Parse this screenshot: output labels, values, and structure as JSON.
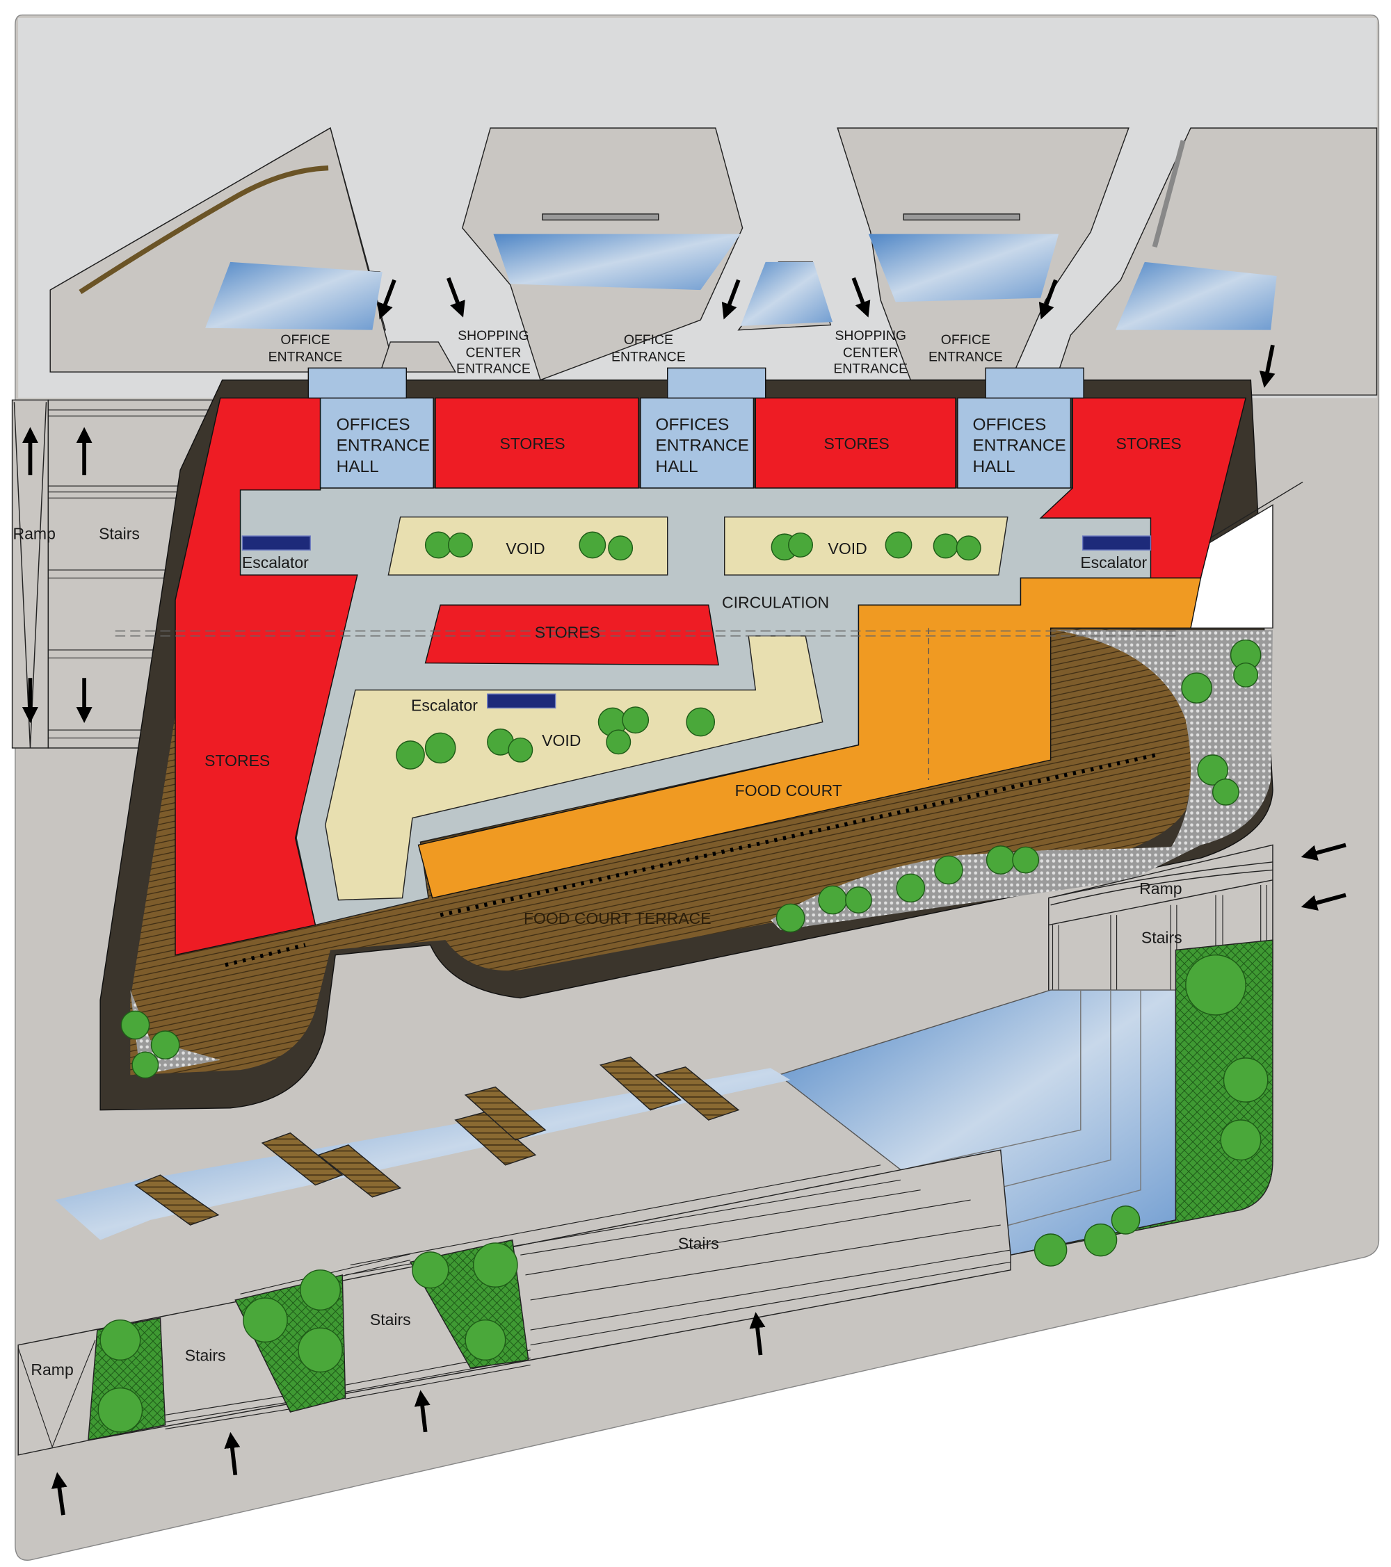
{
  "entrances": {
    "office_1": [
      "OFFICE",
      "ENTRANCE"
    ],
    "shopping_1": [
      "SHOPPING",
      "CENTER",
      "ENTRANCE"
    ],
    "office_2": [
      "OFFICE",
      "ENTRANCE"
    ],
    "shopping_2": [
      "SHOPPING",
      "CENTER",
      "ENTRANCE"
    ],
    "office_3": [
      "OFFICE",
      "ENTRANCE"
    ]
  },
  "halls": [
    [
      "OFFICES",
      "ENTRANCE",
      "HALL"
    ],
    [
      "OFFICES",
      "ENTRANCE",
      "HALL"
    ],
    [
      "OFFICES",
      "ENTRANCE",
      "HALL"
    ]
  ],
  "zones": {
    "stores_top_1": "STORES",
    "stores_top_2": "STORES",
    "stores_top_3": "STORES",
    "stores_middle": "STORES",
    "stores_left": "STORES",
    "void_1": "VOID",
    "void_2": "VOID",
    "void_3": "VOID",
    "escalator_left": "Escalator",
    "escalator_right": "Escalator",
    "escalator_center": "Escalator",
    "circulation": "CIRCULATION",
    "food_court": "FOOD COURT",
    "food_court_terrace": "FOOD COURT TERRACE"
  },
  "site": {
    "ramp_left": "Ramp",
    "stairs_left": "Stairs",
    "ramp_right": "Ramp",
    "stairs_right": "Stairs",
    "stairs_lower_center": "Stairs",
    "stairs_bottom_middle": "Stairs",
    "stairs_bottom_left": "Stairs",
    "ramp_bottom": "Ramp"
  },
  "colors": {
    "stores": "#ee1c24",
    "hall": "#a8c4e2",
    "circulation": "#bcc6c9",
    "void": "#e8dfb0",
    "food_court": "#f09a22",
    "terrace": "#7a5a2a",
    "tree": "#4aa83a",
    "water": "#8fb4d8"
  }
}
